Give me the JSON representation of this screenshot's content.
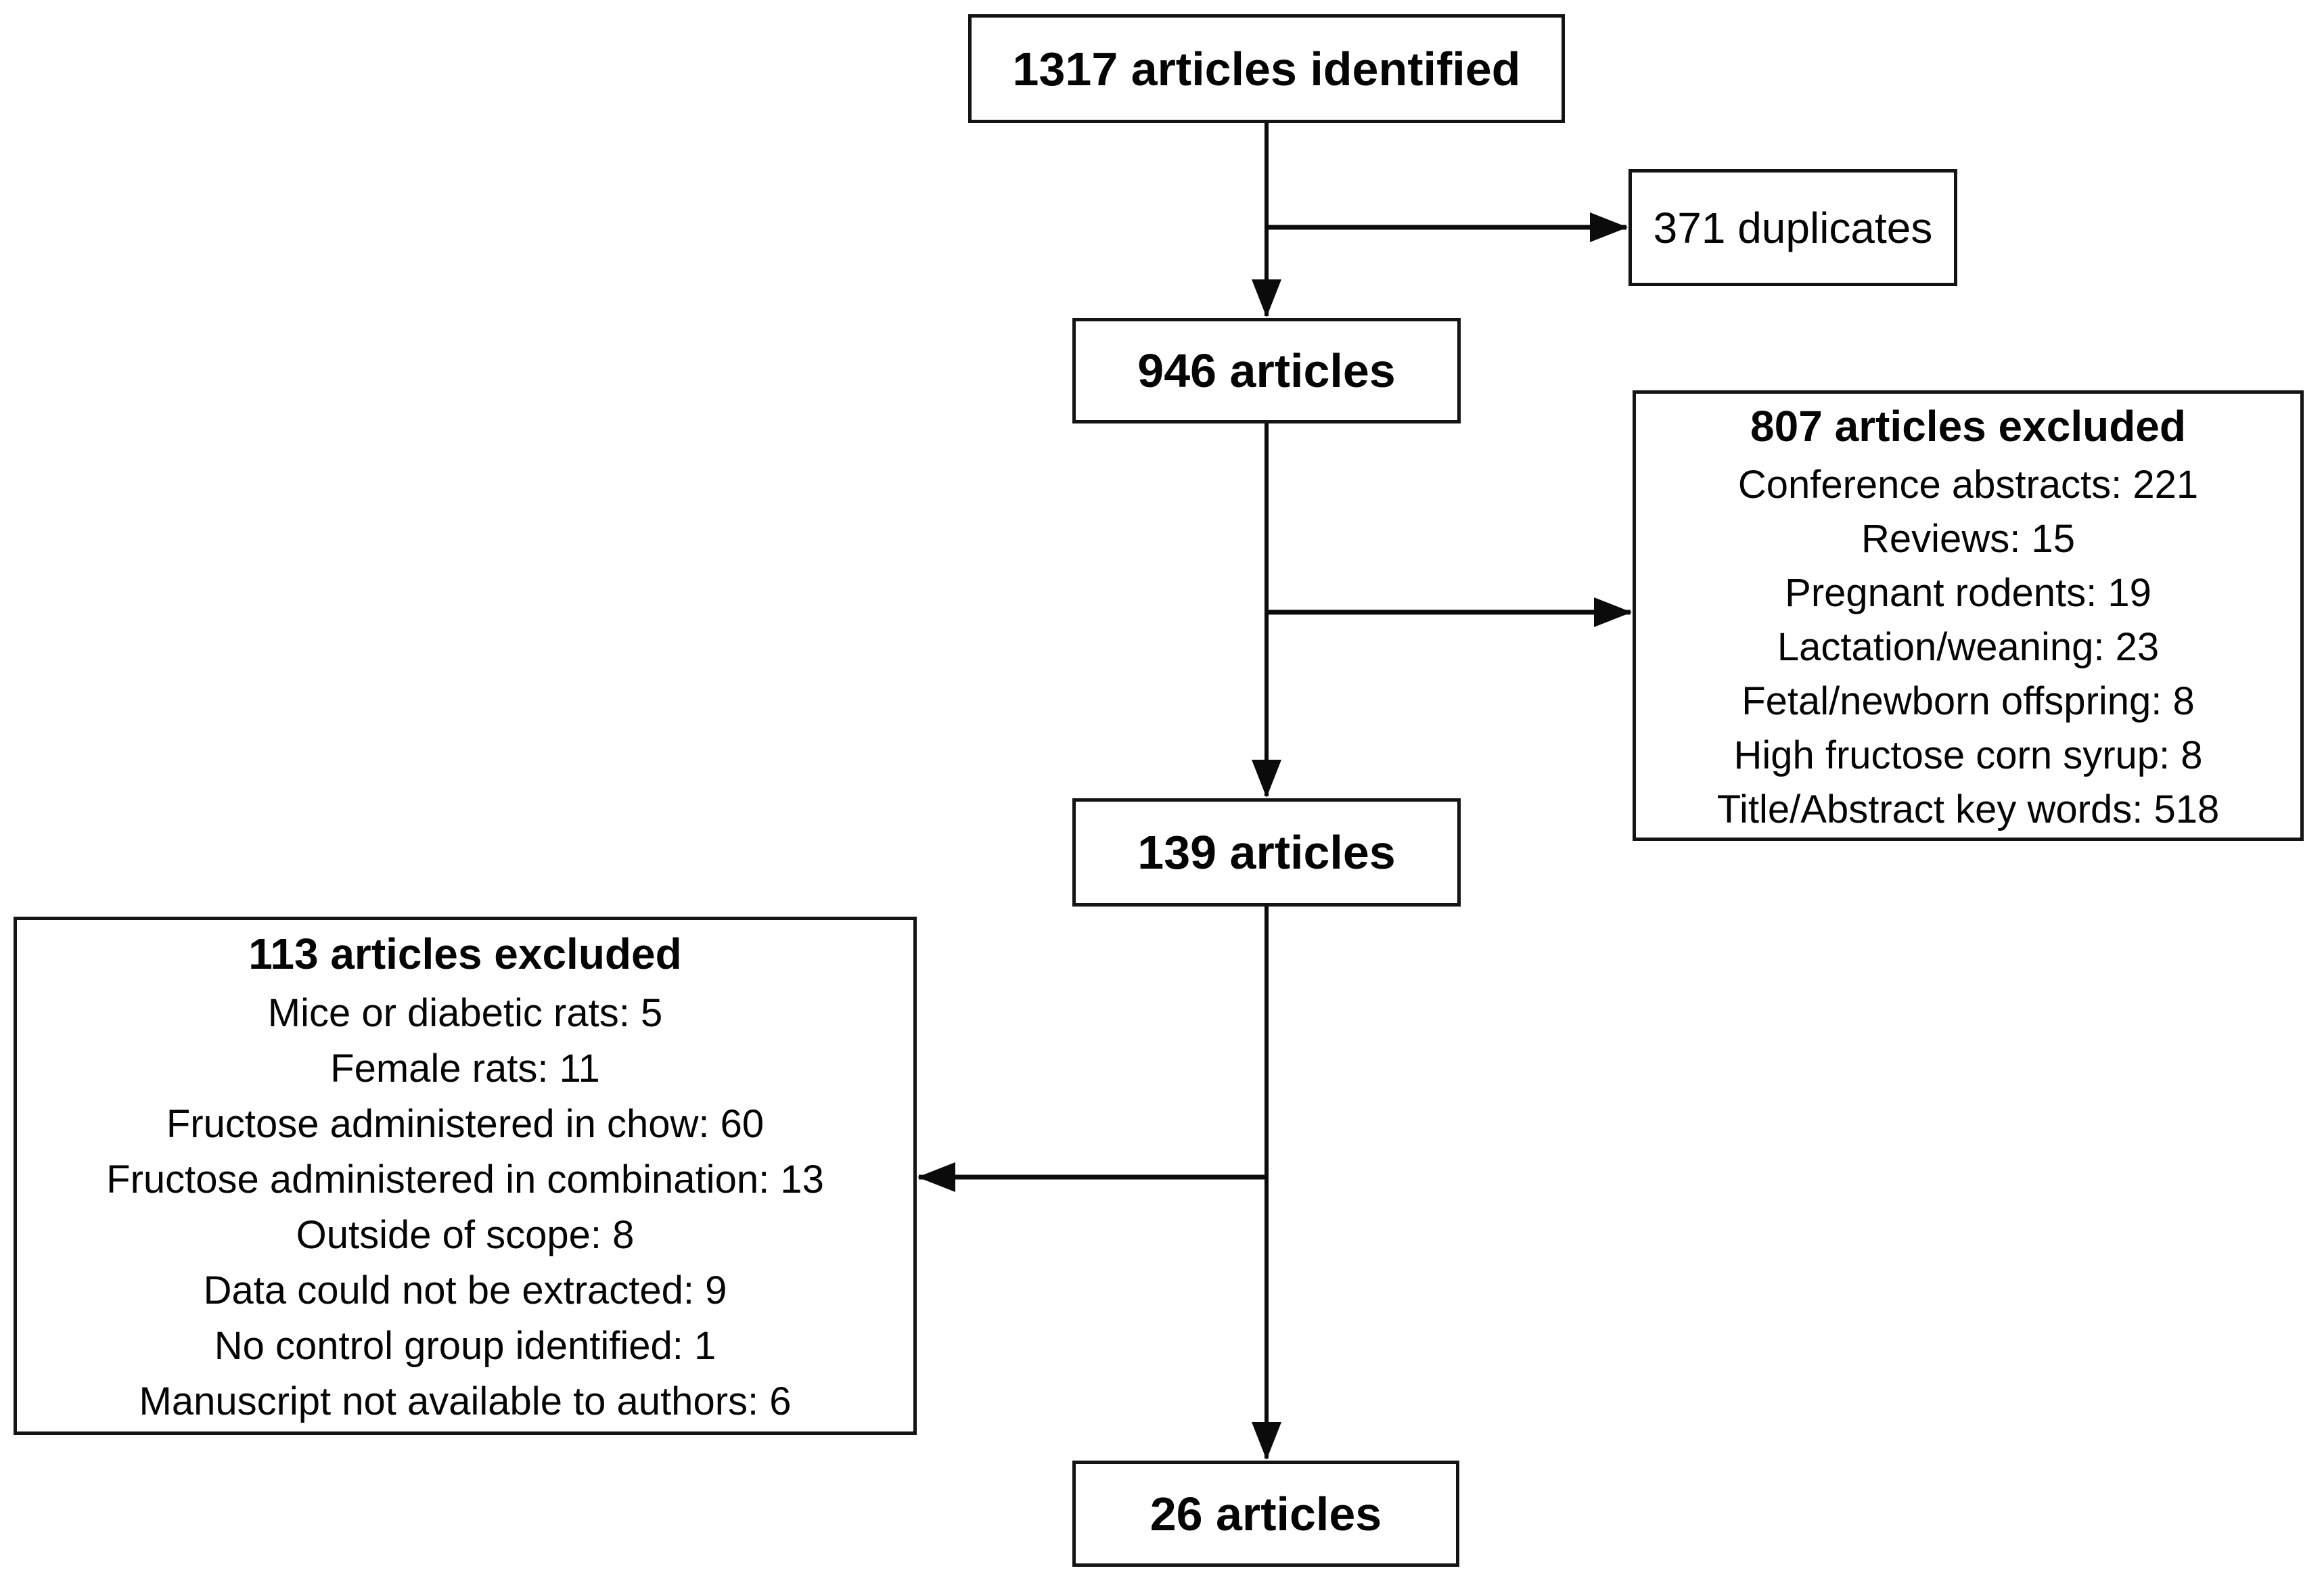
{
  "figure": {
    "type": "prisma-flow-diagram",
    "background_color": "#ffffff",
    "line_color": "#0b0b0b",
    "box_border_color": "#141414",
    "text_color": "#050505"
  },
  "boxes": {
    "identified": {
      "label": "1317 articles identified"
    },
    "duplicates": {
      "label": "371 duplicates"
    },
    "after_duplicates": {
      "label": "946 articles"
    },
    "excluded_first": {
      "title": "807 articles excluded",
      "items": [
        "Conference abstracts: 221",
        "Reviews: 15",
        "Pregnant rodents: 19",
        "Lactation/weaning: 23",
        "Fetal/newborn offspring: 8",
        "High fructose corn syrup: 8",
        "Title/Abstract key words: 518"
      ]
    },
    "after_screening": {
      "label": "139 articles"
    },
    "excluded_second": {
      "title": "113 articles excluded",
      "items": [
        "Mice or diabetic rats: 5",
        "Female rats: 11",
        "Fructose administered in chow: 60",
        "Fructose administered in combination: 13",
        "Outside of scope: 8",
        "Data could not be extracted: 9",
        "No control group identified: 1",
        "Manuscript not available to authors: 6"
      ]
    },
    "included": {
      "label": "26 articles"
    }
  }
}
